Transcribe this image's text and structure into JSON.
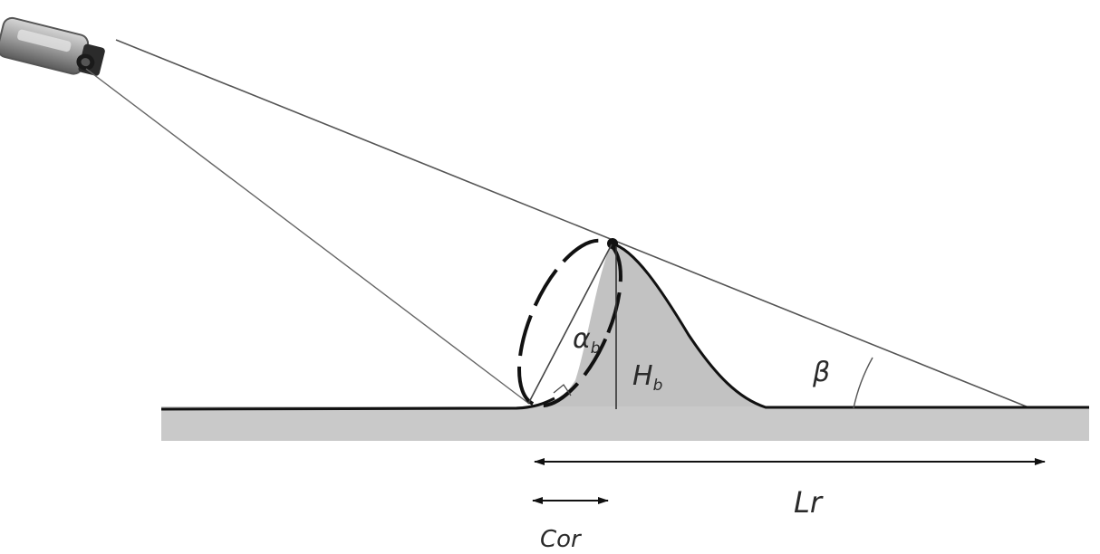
{
  "diagram": {
    "labels": {
      "alpha": "α",
      "alpha_sub": "b",
      "height": "H",
      "height_sub": "b",
      "beta": "β",
      "lr": "Lr",
      "cor": "Cor"
    }
  },
  "colors": {
    "ground_fill": "#c9c9c9",
    "wave_fill": "#c2c2c2",
    "outline": "#111111",
    "ray": "#555555",
    "camera_body": "#9a9a9a",
    "camera_dark": "#2b2b2b"
  }
}
